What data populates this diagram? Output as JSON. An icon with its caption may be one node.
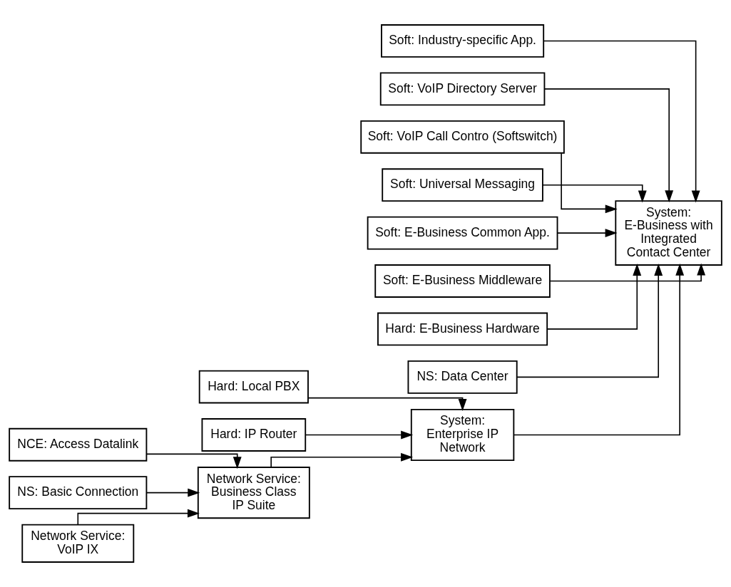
{
  "diagram": {
    "nodes": [
      {
        "text": [
          "Soft: Industry-specific App."
        ]
      },
      {
        "text": [
          "Soft: VoIP Directory Server"
        ]
      },
      {
        "text": [
          "Soft: VoIP Call Contro (Softswitch)"
        ]
      },
      {
        "text": [
          "Soft: Universal Messaging"
        ]
      },
      {
        "text": [
          "Soft: E-Business Common App."
        ]
      },
      {
        "text": [
          "Soft: E-Business Middleware"
        ]
      },
      {
        "text": [
          "Hard: E-Business Hardware"
        ]
      },
      {
        "text": [
          "NS: Data Center"
        ]
      },
      {
        "text": [
          "System: E-Business with Integrated Contact Center"
        ]
      },
      {
        "text": [
          "NCE: Access Datalink"
        ]
      },
      {
        "text": [
          "NS: Basic Connection"
        ]
      },
      {
        "text": [
          "Network Service: VoIP IX"
        ]
      },
      {
        "text": [
          "Hard: Local PBX"
        ]
      },
      {
        "text": [
          "Hard: IP Router"
        ]
      },
      {
        "text": [
          "Network Service: Business Class IP Suite"
        ]
      },
      {
        "text": [
          "System: Enterprise IP Network"
        ]
      }
    ],
    "edges": [
      {
        "from": 0,
        "to": 8,
        "arrow": "to"
      },
      {
        "from": 1,
        "to": 8,
        "arrow": "to"
      },
      {
        "from": 2,
        "to": 8,
        "arrow": "to"
      },
      {
        "from": 3,
        "to": 8,
        "arrow": "to"
      },
      {
        "from": 4,
        "to": 8,
        "arrow": "to"
      },
      {
        "from": 5,
        "to": 8,
        "arrow": "to"
      },
      {
        "from": 6,
        "to": 8,
        "arrow": "to"
      },
      {
        "from": 7,
        "to": 8,
        "arrow": "to"
      },
      {
        "from": 15,
        "to": 8,
        "arrow": "to"
      },
      {
        "from": 9,
        "to": 14,
        "arrow": "to"
      },
      {
        "from": 10,
        "to": 14,
        "arrow": "to"
      },
      {
        "from": 11,
        "to": 14,
        "arrow": "to"
      },
      {
        "from": 12,
        "to": 15,
        "arrow": "to"
      },
      {
        "from": 13,
        "to": 15,
        "arrow": "to"
      },
      {
        "from": 14,
        "to": 15,
        "arrow": "to"
      }
    ]
  }
}
